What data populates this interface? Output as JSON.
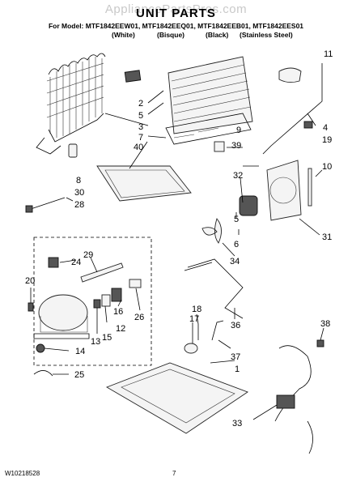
{
  "watermark": "AppliancePartsPros.com",
  "title": "UNIT PARTS",
  "models_line": "For Model: MTF1842EEW01, MTF1842EEQ01, MTF1842EEB01, MTF1842EES01",
  "colors": [
    "(White)",
    "(Bisque)",
    "(Black)",
    "(Stainless Steel)"
  ],
  "callouts": {
    "n1": "1",
    "n2": "2",
    "n3": "3",
    "n4": "4",
    "n5": "5",
    "n6": "6",
    "n7": "7",
    "n8": "8",
    "n9": "9",
    "n10": "10",
    "n11": "11",
    "n12": "12",
    "n13": "13",
    "n14": "14",
    "n15": "15",
    "n16": "16",
    "n17": "17",
    "n18": "18",
    "n19": "19",
    "n20": "20",
    "n24": "24",
    "n25": "25",
    "n26": "26",
    "n28": "28",
    "n29": "29",
    "n30": "30",
    "n31": "31",
    "n32": "32",
    "n33": "33",
    "n34": "34",
    "n36": "36",
    "n37": "37",
    "n38": "38",
    "n39": "39",
    "n40": "40"
  },
  "footer": {
    "doc_number": "W10218528",
    "page_number": "7"
  }
}
